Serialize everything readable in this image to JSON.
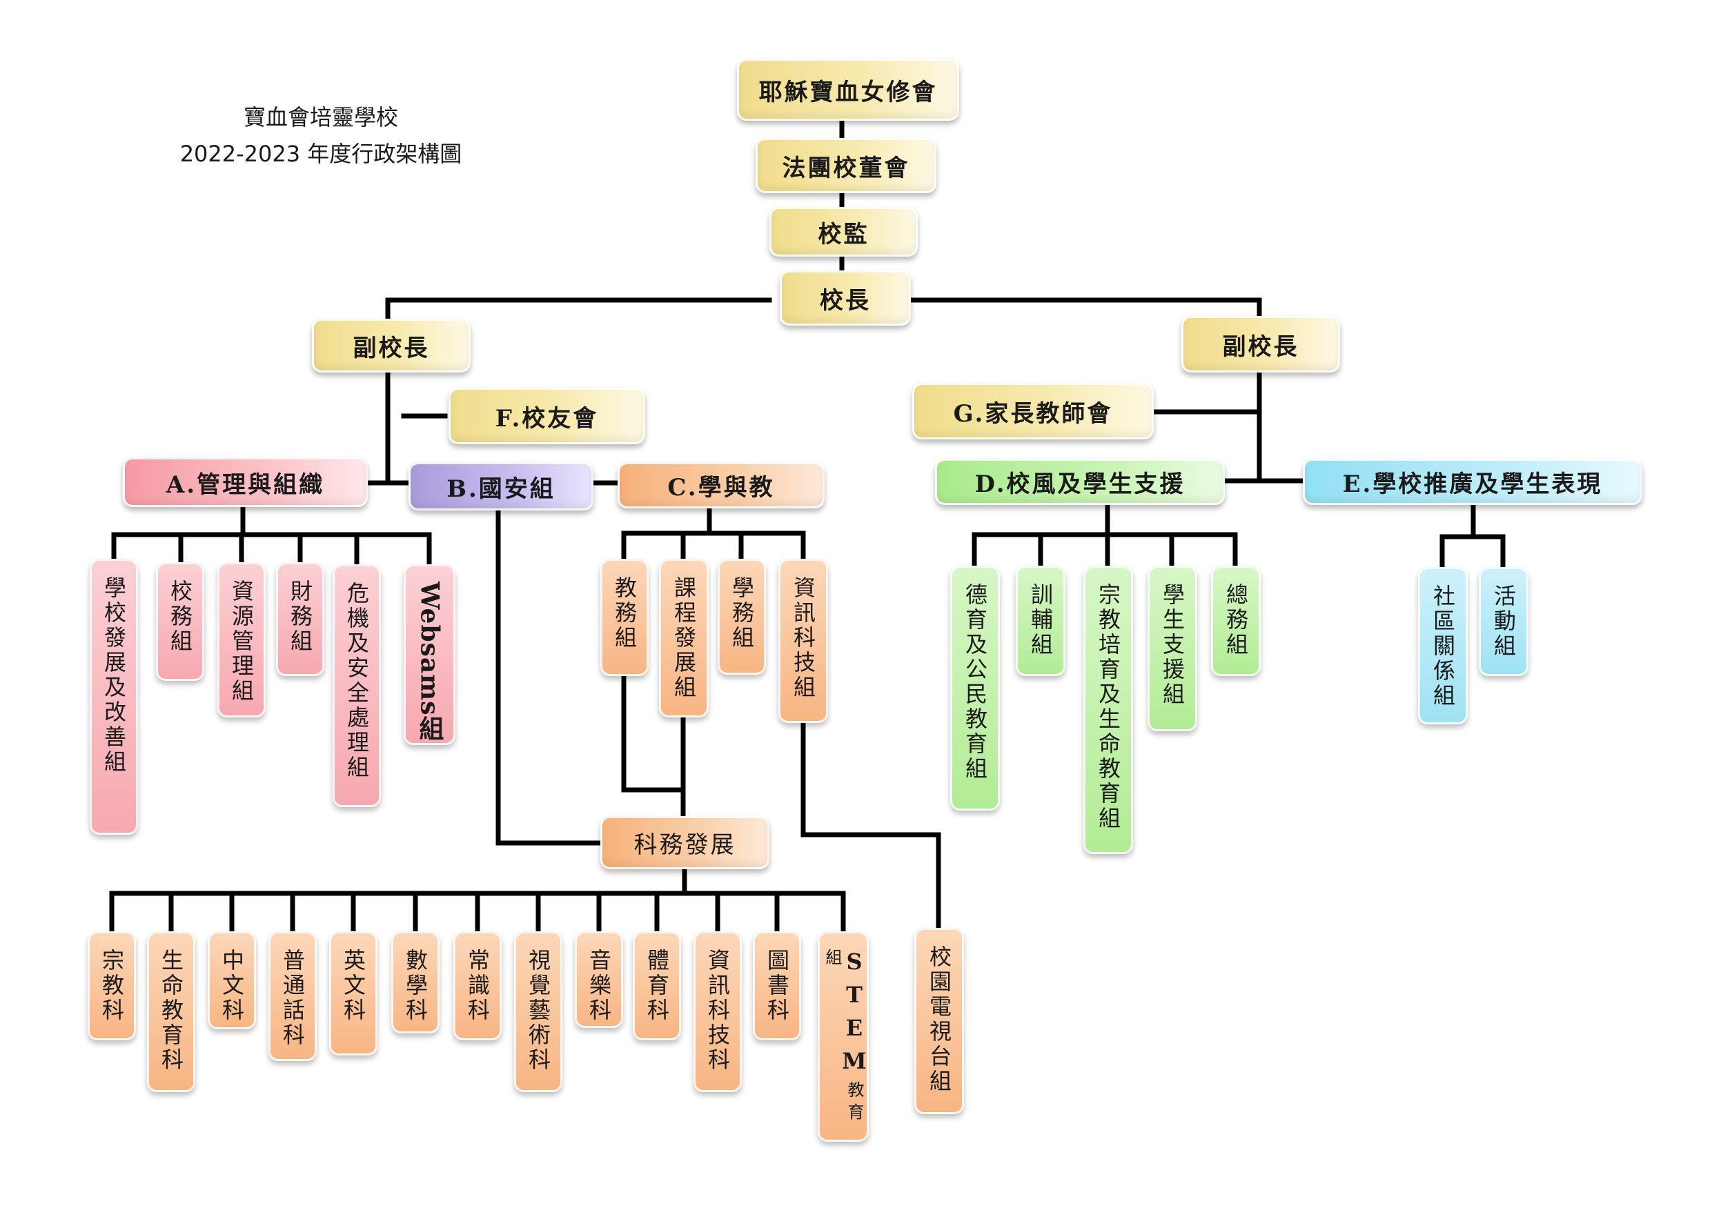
{
  "title": {
    "line1": "寶血會培靈學校",
    "line2": "2022-2023 年度行政架構圖"
  },
  "top": {
    "congregation": "耶穌寶血女修會",
    "board": "法團校董會",
    "supervisor": "校監",
    "principal": "校長",
    "vp_left": "副校長",
    "vp_right": "副校長"
  },
  "committees": {
    "alumni": "F.校友會",
    "pta": "G.家長教師會"
  },
  "categories": {
    "a": "A.管理與組織",
    "b": "B.國安組",
    "c": "C.學與教",
    "d": "D.校風及學生支援",
    "e": "E.學校推廣及學生表現"
  },
  "groups": {
    "a": [
      "學校發展及改善組",
      "校務組",
      "資源管理組",
      "財務組",
      "危機及安全處理組",
      "Websams組"
    ],
    "c": [
      "教務組",
      "課程發展組",
      "學務組",
      "資訊科技組"
    ],
    "d": [
      "德育及公民教育組",
      "訓輔組",
      "宗教培育及生命教育組",
      "學生支援組",
      "總務組"
    ],
    "e": [
      "社區關係組",
      "活動組"
    ]
  },
  "subject_dev": "科務發展",
  "campus_tv": "校園電視台組",
  "subjects": [
    "宗教科",
    "生命教育科",
    "中文科",
    "普通話科",
    "英文科",
    "數學科",
    "常識科",
    "視覺藝術科",
    "音樂科",
    "體育科",
    "資訊科技科",
    "圖書科"
  ],
  "stem": {
    "latin": "STEM",
    "chinese": "教育組"
  },
  "colors": {
    "gold": "#f0dc8c",
    "red": "#f59aa3",
    "purple": "#a99bdb",
    "orange": "#f7b079",
    "green": "#a9ea8c",
    "blue": "#93dff3",
    "connector": "#000000"
  }
}
